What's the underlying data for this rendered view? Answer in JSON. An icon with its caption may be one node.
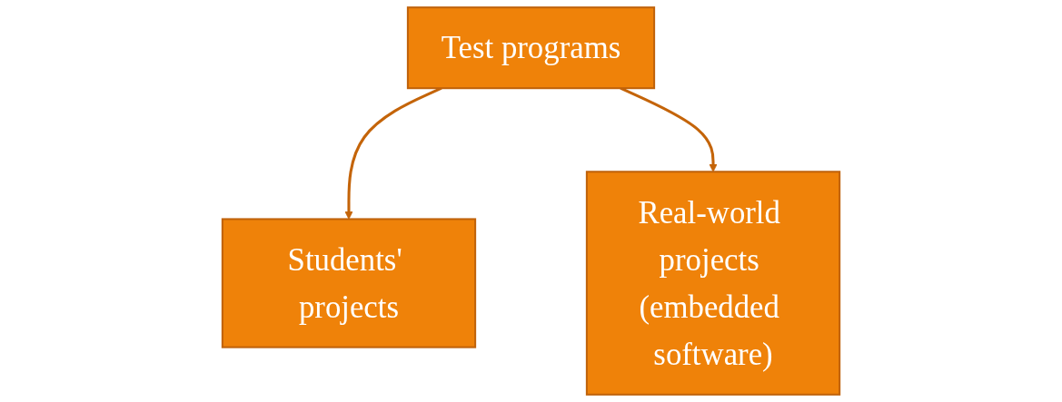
{
  "diagram": {
    "nodes": [
      {
        "text": [
          "Test programs"
        ]
      },
      {
        "text": [
          "Students' projects"
        ]
      },
      {
        "text": [
          "Real-world projects (embedded software)"
        ]
      }
    ],
    "edges": [
      {
        "from": 0,
        "to": 1,
        "arrow": "to"
      },
      {
        "from": 0,
        "to": 2,
        "arrow": "to"
      }
    ]
  }
}
